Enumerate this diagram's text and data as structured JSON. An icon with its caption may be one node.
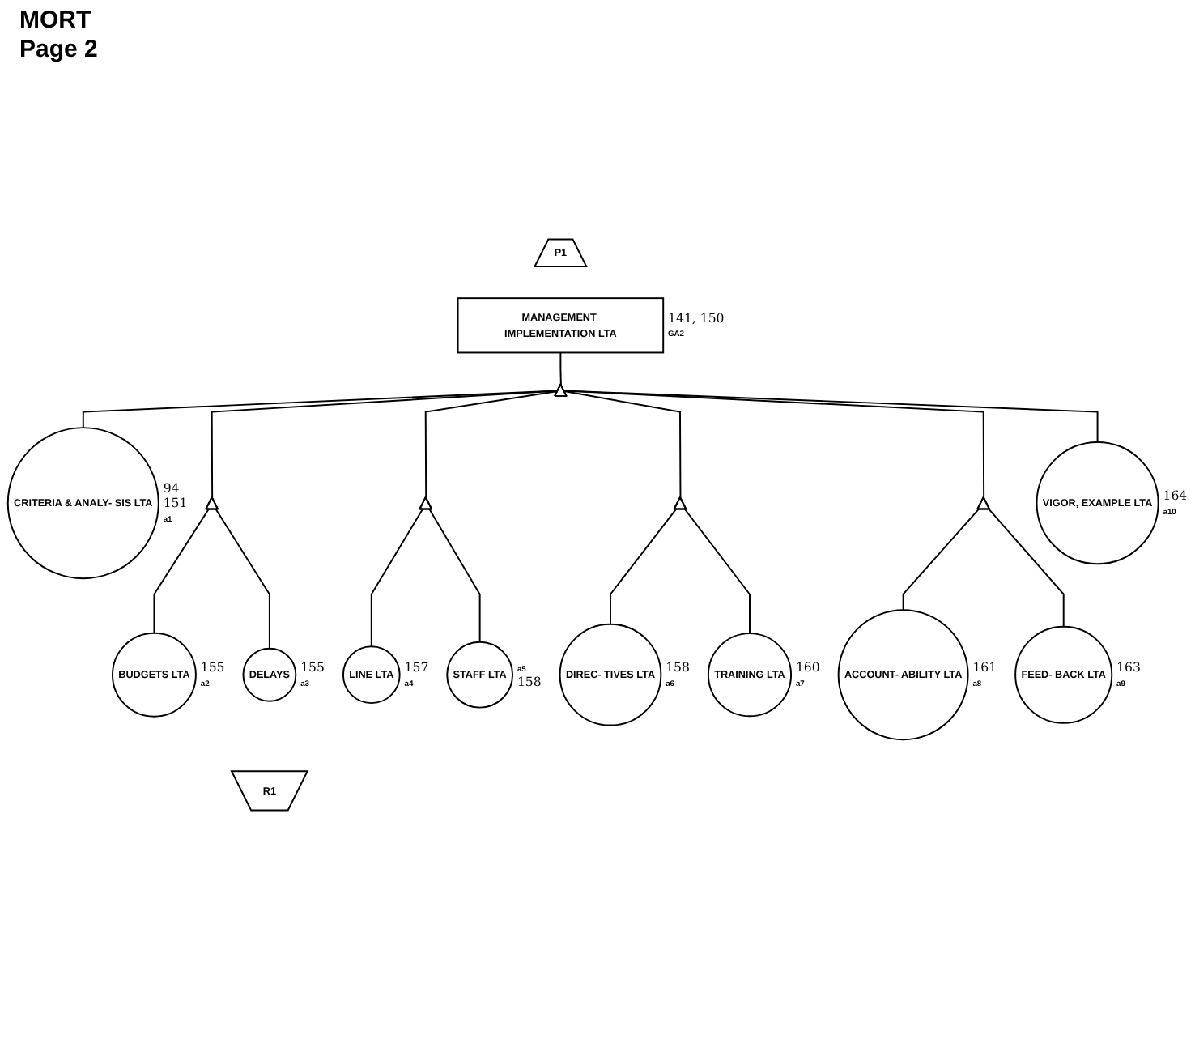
{
  "diagram": {
    "title": "MORT",
    "nodes": [
      {
        "text": [
          "P1"
        ]
      },
      {
        "text": [
          "MANAGEMENT IMPLEMENTATION LTA"
        ],
        "beside": [
          "141, 150",
          "GA2"
        ]
      },
      {
        "text": [],
        "shape": "gate"
      },
      {
        "text": [
          "CRITERIA & ANALY- SIS LTA"
        ],
        "beside": [
          "94",
          "151",
          "a1"
        ]
      },
      {
        "text": [],
        "shape": "gate"
      },
      {
        "text": [],
        "shape": "gate"
      },
      {
        "text": [],
        "shape": "gate"
      },
      {
        "text": [],
        "shape": "gate"
      },
      {
        "text": [
          "VIGOR, EXAMPLE LTA"
        ],
        "beside": [
          "164",
          "a10"
        ]
      },
      {
        "text": [
          "BUDGETS LTA"
        ],
        "beside": [
          "155",
          "a2"
        ]
      },
      {
        "text": [
          "LINE LTA"
        ],
        "beside": [
          "157",
          "a4"
        ]
      },
      {
        "text": [
          "DIREC- TIVES LTA"
        ],
        "beside": [
          "158",
          "a6"
        ]
      },
      {
        "text": [
          "ACCOUNT- ABILITY LTA"
        ],
        "beside": [
          "161",
          "a8"
        ]
      },
      {
        "text": [
          "DELAYS"
        ],
        "beside": [
          "155",
          "a3"
        ]
      },
      {
        "text": [
          "STAFF LTA"
        ],
        "beside": [
          "a5",
          "158"
        ]
      },
      {
        "text": [
          "TRAINING LTA"
        ],
        "beside": [
          "160",
          "a7"
        ]
      },
      {
        "text": [
          "FEED- BACK LTA"
        ],
        "beside": [
          "163",
          "a9"
        ]
      },
      {
        "text": [
          "R1"
        ]
      }
    ],
    "edges": [
      {
        "from": 2,
        "to": 1,
        "arrow": "none"
      },
      {
        "from": 3,
        "to": 2,
        "arrow": "none"
      },
      {
        "from": 4,
        "to": 2,
        "arrow": "none"
      },
      {
        "from": 5,
        "to": 2,
        "arrow": "none"
      },
      {
        "from": 6,
        "to": 2,
        "arrow": "none"
      },
      {
        "from": 7,
        "to": 2,
        "arrow": "none"
      },
      {
        "from": 8,
        "to": 2,
        "arrow": "none"
      },
      {
        "from": 9,
        "to": 4,
        "arrow": "none"
      },
      {
        "from": 13,
        "to": 4,
        "arrow": "none"
      },
      {
        "from": 10,
        "to": 5,
        "arrow": "none"
      },
      {
        "from": 14,
        "to": 5,
        "arrow": "none"
      },
      {
        "from": 11,
        "to": 6,
        "arrow": "none"
      },
      {
        "from": 15,
        "to": 6,
        "arrow": "none"
      },
      {
        "from": 12,
        "to": 7,
        "arrow": "none"
      },
      {
        "from": 16,
        "to": 7,
        "arrow": "none"
      }
    ],
    "labels": [
      "Page 2"
    ]
  }
}
